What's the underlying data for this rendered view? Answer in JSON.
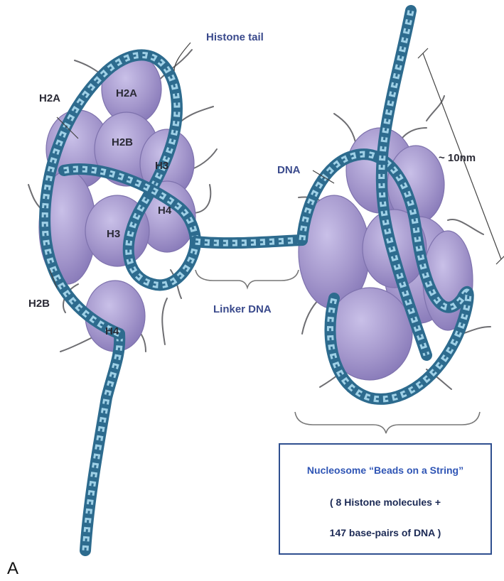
{
  "labels": {
    "histone_tail": "Histone tail",
    "h2a_outer": "H2A",
    "h2a_inner": "H2A",
    "h2b_inner": "H2B",
    "h3_upper": "H3",
    "h4_right": "H4",
    "h3_lower": "H3",
    "h2b_outer": "H2B",
    "h4_bottom": "H4",
    "dna": "DNA",
    "size": "~ 10nm",
    "linker_dna": "Linker DNA"
  },
  "caption_box": {
    "line1": "Nucleosome “Beads on a String”",
    "line2": "( 8 Histone molecules +",
    "line3": "147 base-pairs of DNA )"
  },
  "panel_letter": "A",
  "colors": {
    "histone_fill": "#a497cc",
    "histone_stroke": "#7e72ad",
    "dna_backbone": "#2d6b8e",
    "dna_highlight": "#9fd0e6",
    "caption_title": "#2f55b5",
    "caption_text": "#1c2a55",
    "caption_border": "#2f4f8f",
    "label_blue": "#3a4a8c"
  }
}
